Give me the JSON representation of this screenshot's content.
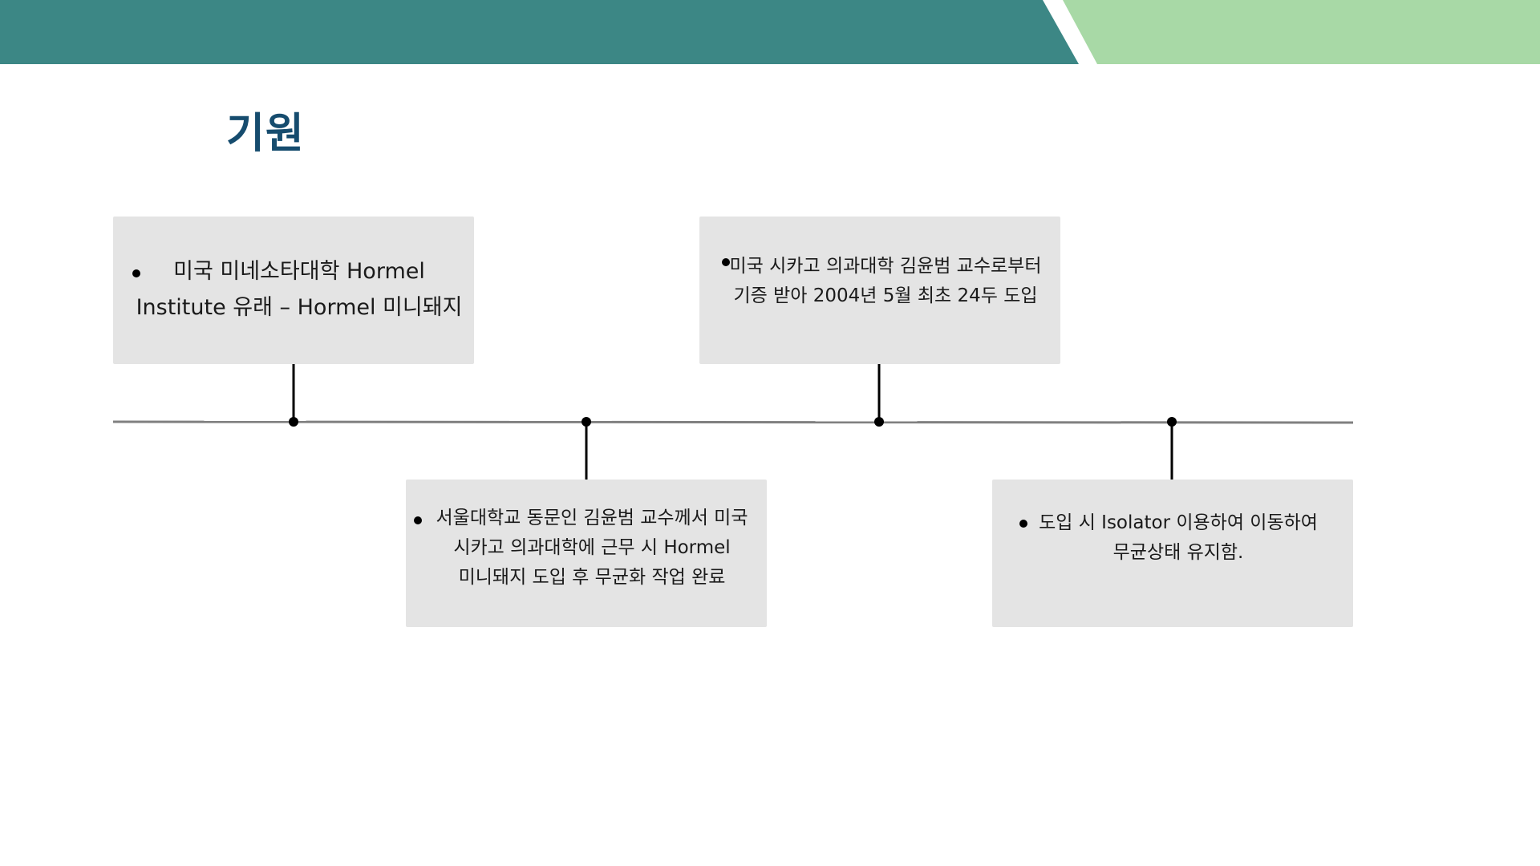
{
  "colors": {
    "banner_teal": "#3c8785",
    "banner_green": "#a8d9a6",
    "title": "#164c6e",
    "box_bg": "#e4e4e4",
    "axis": "#808080",
    "connector": "#000000"
  },
  "slide": {
    "title": "기원"
  },
  "timeline": {
    "events": [
      {
        "text": "미국 미네소타대학 Hormel\nInstitute 유래 – Hormel 미니돼지"
      },
      {
        "text": "서울대학교 동문인 김윤범 교수께서 미국\n시카고 의과대학에 근무 시 Hormel\n미니돼지 도입 후 무균화 작업 완료"
      },
      {
        "text": "미국 시카고 의과대학 김윤범 교수로부터\n기증 받아 2004년 5월 최초 24두 도입"
      },
      {
        "text": "도입 시 Isolator 이용하여 이동하여\n무균상태 유지함."
      }
    ]
  }
}
